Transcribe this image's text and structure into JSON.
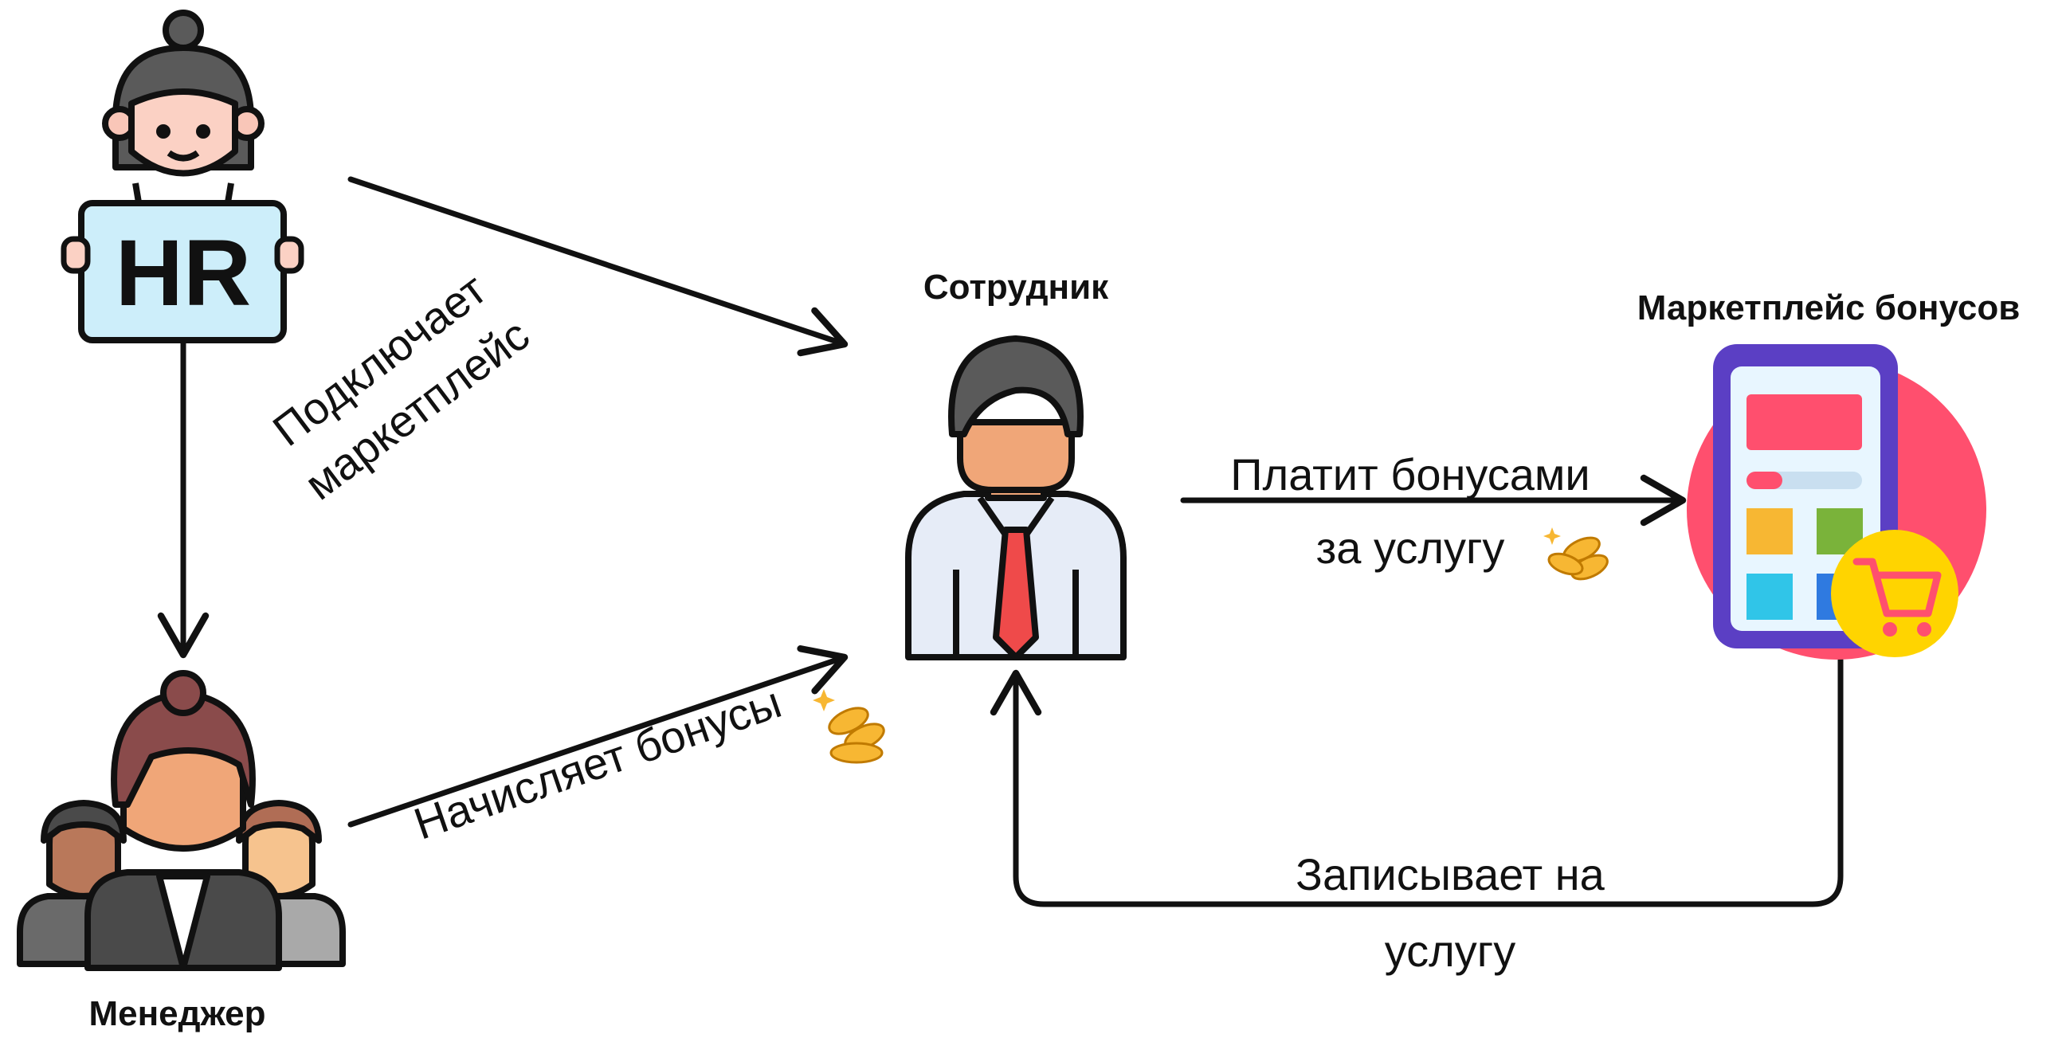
{
  "nodes": {
    "hr": {
      "badge": "HR"
    },
    "employee": {
      "label": "Сотрудник"
    },
    "manager": {
      "label": "Менеджер"
    },
    "marketplace": {
      "label": "Маркетплейс бонусов"
    }
  },
  "edges": {
    "connects": {
      "line1": "Подключает",
      "line2": "маркетплейс"
    },
    "accrues": {
      "label": "Начисляет бонусы"
    },
    "pays": {
      "line1": "Платит бонусами",
      "line2": "за услугу"
    },
    "books": {
      "line1": "Записывает на",
      "line2": "услугу"
    }
  },
  "colors": {
    "ink": "#111111",
    "accent": "#ff4f6e",
    "coin": "#f7b733",
    "phone": "#5b3fc4",
    "cart": "#ffd400"
  }
}
